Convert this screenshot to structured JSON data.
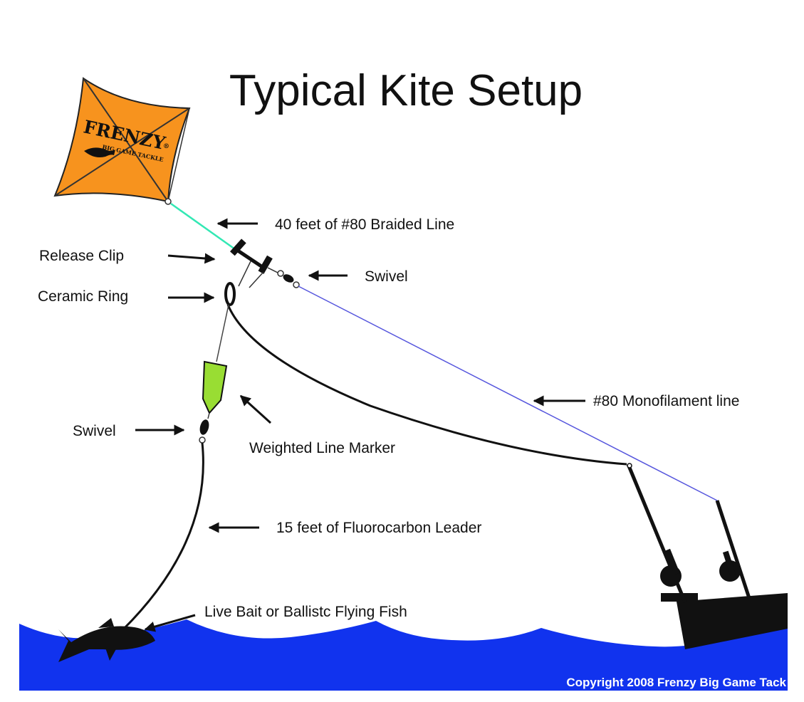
{
  "title": "Typical Kite Setup",
  "kite_brand": "FRENZY",
  "kite_registered": "®",
  "kite_subtext": "BIG GAME TACKLE",
  "labels": {
    "braided_line": "40 feet of #80 Braided Line",
    "release_clip": "Release Clip",
    "ceramic_ring": "Ceramic Ring",
    "swivel_top": "Swivel",
    "mono_line": "#80 Monofilament line",
    "swivel_bottom": "Swivel",
    "weighted_marker": "Weighted Line Marker",
    "leader": "15 feet of Fluorocarbon Leader",
    "bait": "Live Bait or Ballistc Flying Fish"
  },
  "copyright": "Copyright 2008 Frenzy Big Game Tack",
  "colors": {
    "kite": "#f7931e",
    "braided_line": "#33e8b4",
    "mono_line": "#5555dd",
    "marker": "#99dd33",
    "water": "#1133ee",
    "text": "#111111",
    "copyright": "#ffffff"
  }
}
